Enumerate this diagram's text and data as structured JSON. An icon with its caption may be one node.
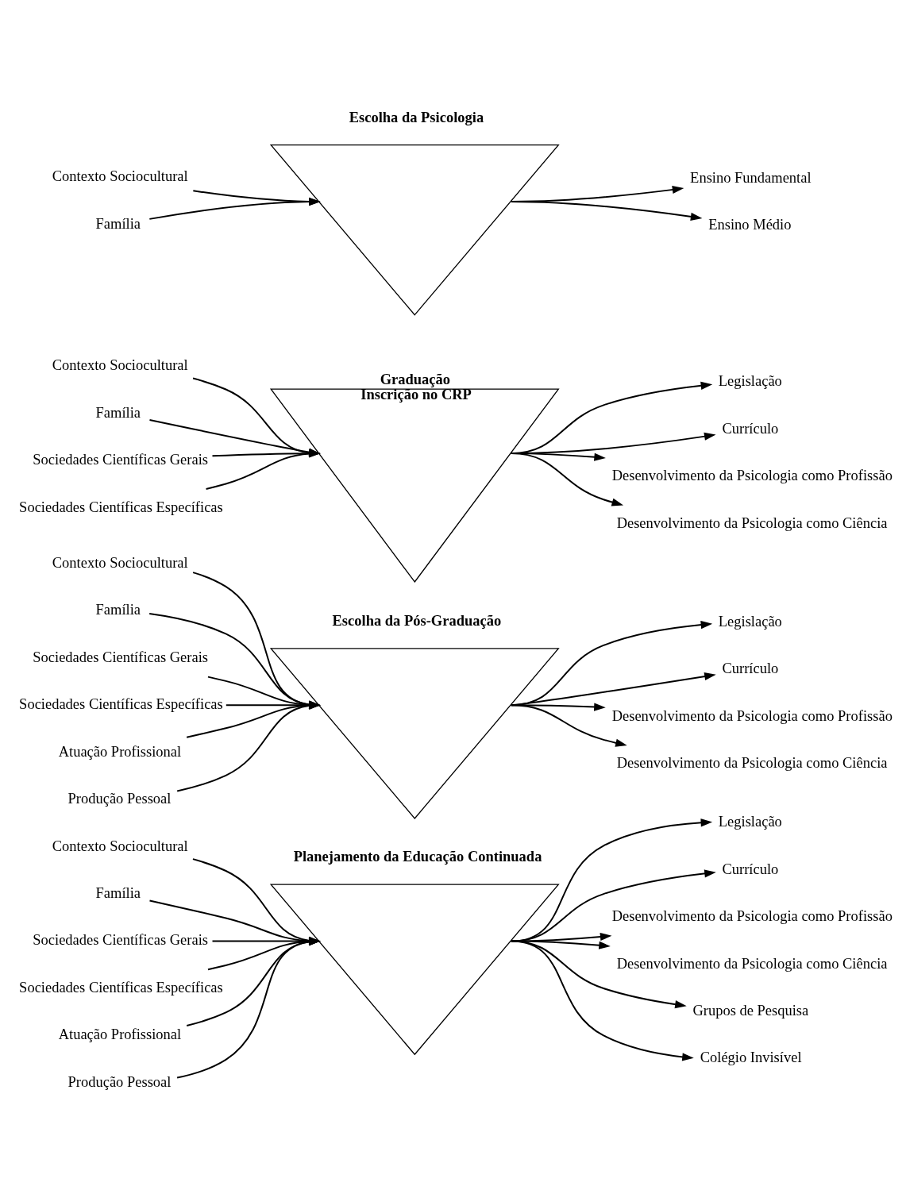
{
  "diagram": {
    "nodes": [
      {
        "text": [
          "Escolha da Psicologia"
        ]
      },
      {
        "text": [
          "Contexto Sociocultural"
        ]
      },
      {
        "text": [
          "Família"
        ]
      },
      {
        "text": [
          "Ensino Fundamental"
        ]
      },
      {
        "text": [
          "Ensino Médio"
        ]
      },
      {
        "text": [
          "Graduação",
          "Inscrição no CRP"
        ]
      },
      {
        "text": [
          "Contexto Sociocultural"
        ]
      },
      {
        "text": [
          "Família"
        ]
      },
      {
        "text": [
          "Sociedades Científicas Gerais"
        ]
      },
      {
        "text": [
          "Sociedades Científicas Específicas"
        ]
      },
      {
        "text": [
          "Legislação"
        ]
      },
      {
        "text": [
          "Currículo"
        ]
      },
      {
        "text": [
          "Desenvolvimento da Psicologia como Profissão"
        ]
      },
      {
        "text": [
          "Desenvolvimento da Psicologia como Ciência"
        ]
      },
      {
        "text": [
          "Escolha da Pós-Graduação"
        ]
      },
      {
        "text": [
          "Contexto Sociocultural"
        ]
      },
      {
        "text": [
          "Família"
        ]
      },
      {
        "text": [
          "Sociedades Científicas Gerais"
        ]
      },
      {
        "text": [
          "Sociedades Científicas Específicas"
        ]
      },
      {
        "text": [
          "Atuação Profissional"
        ]
      },
      {
        "text": [
          "Produção Pessoal"
        ]
      },
      {
        "text": [
          "Legislação"
        ]
      },
      {
        "text": [
          "Currículo"
        ]
      },
      {
        "text": [
          "Desenvolvimento da Psicologia como Profissão"
        ]
      },
      {
        "text": [
          "Desenvolvimento da Psicologia como Ciência"
        ]
      },
      {
        "text": [
          "Planejamento da Educação Continuada"
        ]
      },
      {
        "text": [
          "Contexto Sociocultural"
        ]
      },
      {
        "text": [
          "Família"
        ]
      },
      {
        "text": [
          "Sociedades Científicas Gerais"
        ]
      },
      {
        "text": [
          "Sociedades Científicas Específicas"
        ]
      },
      {
        "text": [
          "Atuação Profissional"
        ]
      },
      {
        "text": [
          "Produção Pessoal"
        ]
      },
      {
        "text": [
          "Legislação"
        ]
      },
      {
        "text": [
          "Currículo"
        ]
      },
      {
        "text": [
          "Desenvolvimento da Psicologia como Profissão"
        ]
      },
      {
        "text": [
          "Desenvolvimento da Psicologia como Ciência"
        ]
      },
      {
        "text": [
          "Grupos de Pesquisa"
        ]
      },
      {
        "text": [
          "Colégio Invisível"
        ]
      }
    ],
    "edges": [
      {
        "from": 1,
        "to": 0,
        "arrow": "to"
      },
      {
        "from": 2,
        "to": 0,
        "arrow": "to"
      },
      {
        "from": 0,
        "to": 3,
        "arrow": "to"
      },
      {
        "from": 0,
        "to": 4,
        "arrow": "to"
      },
      {
        "from": 6,
        "to": 5,
        "arrow": "to"
      },
      {
        "from": 7,
        "to": 5,
        "arrow": "to"
      },
      {
        "from": 8,
        "to": 5,
        "arrow": "to"
      },
      {
        "from": 9,
        "to": 5,
        "arrow": "to"
      },
      {
        "from": 5,
        "to": 10,
        "arrow": "to"
      },
      {
        "from": 5,
        "to": 11,
        "arrow": "to"
      },
      {
        "from": 5,
        "to": 12,
        "arrow": "to"
      },
      {
        "from": 5,
        "to": 13,
        "arrow": "to"
      },
      {
        "from": 15,
        "to": 14,
        "arrow": "to"
      },
      {
        "from": 16,
        "to": 14,
        "arrow": "to"
      },
      {
        "from": 17,
        "to": 14,
        "arrow": "to"
      },
      {
        "from": 18,
        "to": 14,
        "arrow": "to"
      },
      {
        "from": 19,
        "to": 14,
        "arrow": "to"
      },
      {
        "from": 20,
        "to": 14,
        "arrow": "to"
      },
      {
        "from": 14,
        "to": 21,
        "arrow": "to"
      },
      {
        "from": 14,
        "to": 22,
        "arrow": "to"
      },
      {
        "from": 14,
        "to": 23,
        "arrow": "to"
      },
      {
        "from": 14,
        "to": 24,
        "arrow": "to"
      },
      {
        "from": 26,
        "to": 25,
        "arrow": "to"
      },
      {
        "from": 27,
        "to": 25,
        "arrow": "to"
      },
      {
        "from": 28,
        "to": 25,
        "arrow": "to"
      },
      {
        "from": 29,
        "to": 25,
        "arrow": "to"
      },
      {
        "from": 30,
        "to": 25,
        "arrow": "to"
      },
      {
        "from": 31,
        "to": 25,
        "arrow": "to"
      },
      {
        "from": 25,
        "to": 32,
        "arrow": "to"
      },
      {
        "from": 25,
        "to": 33,
        "arrow": "to"
      },
      {
        "from": 25,
        "to": 34,
        "arrow": "to"
      },
      {
        "from": 25,
        "to": 35,
        "arrow": "to"
      },
      {
        "from": 25,
        "to": 36,
        "arrow": "to"
      },
      {
        "from": 25,
        "to": 37,
        "arrow": "to"
      }
    ]
  }
}
